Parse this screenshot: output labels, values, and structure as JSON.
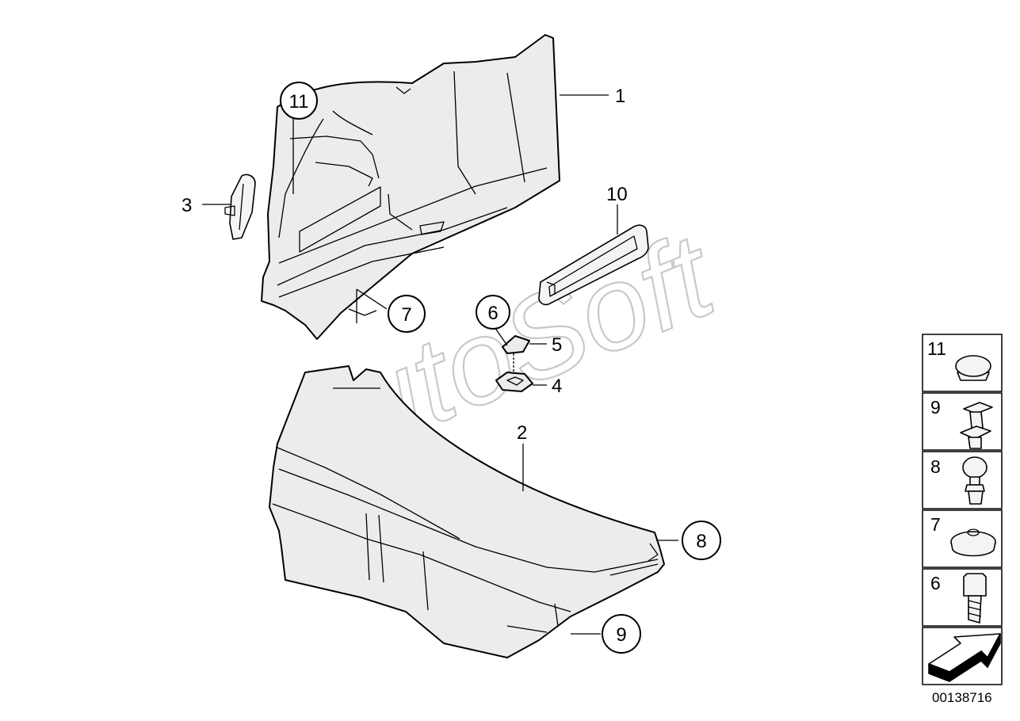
{
  "watermark": "AutoSoft",
  "diagram_id": "00138716",
  "callouts": {
    "c1": "1",
    "c2": "2",
    "c3": "3",
    "c4": "4",
    "c5": "5",
    "c6": "6",
    "c7": "7",
    "c8": "8",
    "c9": "9",
    "c10": "10",
    "c11": "11"
  },
  "legend": {
    "l11": "11",
    "l9": "9",
    "l8": "8",
    "l7": "7",
    "l6": "6"
  }
}
